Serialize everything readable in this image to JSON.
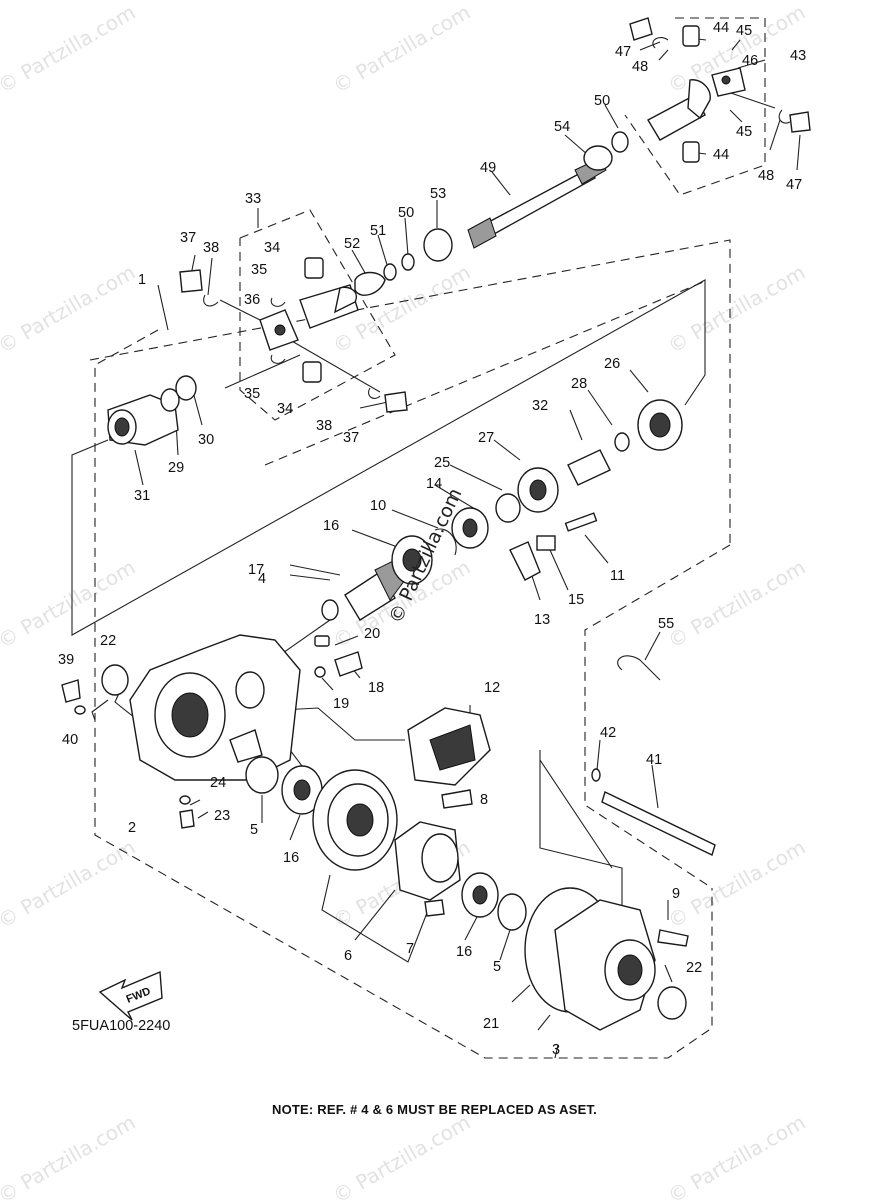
{
  "diagram": {
    "watermark": "© Partzilla.com",
    "center_credit": "© Partzilla.com",
    "fwd_label": "FWD",
    "drawing_code": "5FUA100-2240",
    "note": "NOTE: REF. # 4 & 6 MUST BE REPLACED AS ASET."
  },
  "callouts": [
    "1",
    "2",
    "3",
    "4",
    "5",
    "5",
    "6",
    "7",
    "8",
    "9",
    "10",
    "11",
    "12",
    "13",
    "14",
    "15",
    "16",
    "16",
    "16",
    "17",
    "18",
    "19",
    "20",
    "21",
    "22",
    "22",
    "23",
    "24",
    "25",
    "26",
    "27",
    "28",
    "29",
    "30",
    "31",
    "32",
    "33",
    "34",
    "34",
    "35",
    "35",
    "36",
    "37",
    "37",
    "38",
    "38",
    "39",
    "40",
    "41",
    "42",
    "43",
    "44",
    "44",
    "45",
    "45",
    "46",
    "47",
    "47",
    "48",
    "48",
    "49",
    "50",
    "50",
    "51",
    "52",
    "53",
    "54",
    "55"
  ]
}
